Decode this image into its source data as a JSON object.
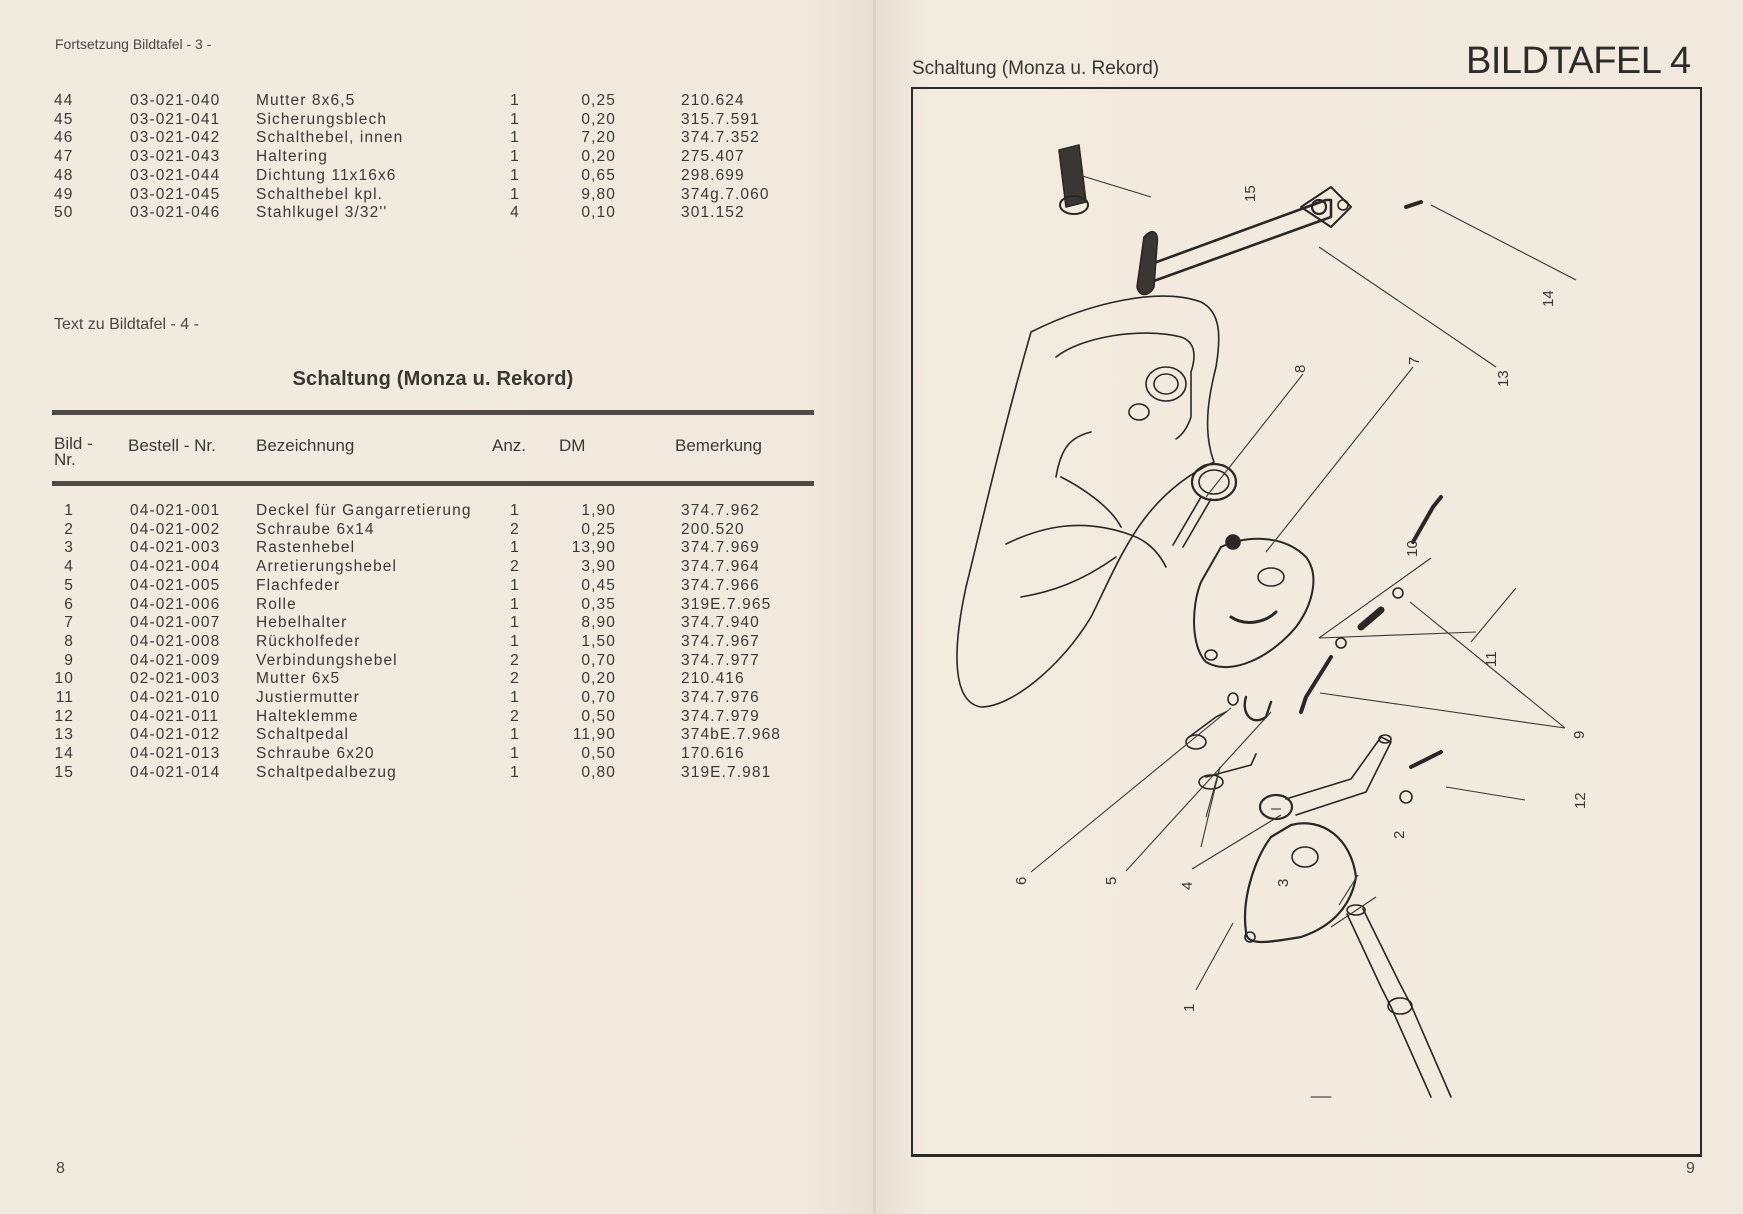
{
  "left_page": {
    "continuation_heading": "Fortsetzung Bildtafel - 3 -",
    "continuation_rows": [
      {
        "nr": "44",
        "bestell": "03-021-040",
        "bezeichnung": "Mutter 8x6,5",
        "anz": "1",
        "dm": "0,25",
        "bemerkung": "210.624"
      },
      {
        "nr": "45",
        "bestell": "03-021-041",
        "bezeichnung": "Sicherungsblech",
        "anz": "1",
        "dm": "0,20",
        "bemerkung": "315.7.591"
      },
      {
        "nr": "46",
        "bestell": "03-021-042",
        "bezeichnung": "Schalthebel, innen",
        "anz": "1",
        "dm": "7,20",
        "bemerkung": "374.7.352"
      },
      {
        "nr": "47",
        "bestell": "03-021-043",
        "bezeichnung": "Haltering",
        "anz": "1",
        "dm": "0,20",
        "bemerkung": "275.407"
      },
      {
        "nr": "48",
        "bestell": "03-021-044",
        "bezeichnung": "Dichtung 11x16x6",
        "anz": "1",
        "dm": "0,65",
        "bemerkung": "298.699"
      },
      {
        "nr": "49",
        "bestell": "03-021-045",
        "bezeichnung": "Schalthebel kpl.",
        "anz": "1",
        "dm": "9,80",
        "bemerkung": "374g.7.060"
      },
      {
        "nr": "50",
        "bestell": "03-021-046",
        "bezeichnung": "Stahlkugel 3/32''",
        "anz": "4",
        "dm": "0,10",
        "bemerkung": "301.152"
      }
    ],
    "section_label": "Text zu Bildtafel - 4 -",
    "table_title": "Schaltung (Monza u. Rekord)",
    "headers": {
      "bild_line1": "Bild -",
      "bild_line2": "Nr.",
      "bestell": "Bestell - Nr.",
      "bezeichnung": "Bezeichnung",
      "anz": "Anz.",
      "dm": "DM",
      "bemerkung": "Bemerkung"
    },
    "rows": [
      {
        "nr": "1",
        "bestell": "04-021-001",
        "bezeichnung": "Deckel für Gangarretierung",
        "anz": "1",
        "dm": "1,90",
        "bemerkung": "374.7.962"
      },
      {
        "nr": "2",
        "bestell": "04-021-002",
        "bezeichnung": "Schraube 6x14",
        "anz": "2",
        "dm": "0,25",
        "bemerkung": "200.520"
      },
      {
        "nr": "3",
        "bestell": "04-021-003",
        "bezeichnung": "Rastenhebel",
        "anz": "1",
        "dm": "13,90",
        "bemerkung": "374.7.969"
      },
      {
        "nr": "4",
        "bestell": "04-021-004",
        "bezeichnung": "Arretierungshebel",
        "anz": "2",
        "dm": "3,90",
        "bemerkung": "374.7.964"
      },
      {
        "nr": "5",
        "bestell": "04-021-005",
        "bezeichnung": "Flachfeder",
        "anz": "1",
        "dm": "0,45",
        "bemerkung": "374.7.966"
      },
      {
        "nr": "6",
        "bestell": "04-021-006",
        "bezeichnung": "Rolle",
        "anz": "1",
        "dm": "0,35",
        "bemerkung": "319E.7.965"
      },
      {
        "nr": "7",
        "bestell": "04-021-007",
        "bezeichnung": "Hebelhalter",
        "anz": "1",
        "dm": "8,90",
        "bemerkung": "374.7.940"
      },
      {
        "nr": "8",
        "bestell": "04-021-008",
        "bezeichnung": "Rückholfeder",
        "anz": "1",
        "dm": "1,50",
        "bemerkung": "374.7.967"
      },
      {
        "nr": "9",
        "bestell": "04-021-009",
        "bezeichnung": "Verbindungshebel",
        "anz": "2",
        "dm": "0,70",
        "bemerkung": "374.7.977"
      },
      {
        "nr": "10",
        "bestell": "02-021-003",
        "bezeichnung": "Mutter 6x5",
        "anz": "2",
        "dm": "0,20",
        "bemerkung": "210.416"
      },
      {
        "nr": "11",
        "bestell": "04-021-010",
        "bezeichnung": "Justiermutter",
        "anz": "1",
        "dm": "0,70",
        "bemerkung": "374.7.976"
      },
      {
        "nr": "12",
        "bestell": "04-021-011",
        "bezeichnung": "Halteklemme",
        "anz": "2",
        "dm": "0,50",
        "bemerkung": "374.7.979"
      },
      {
        "nr": "13",
        "bestell": "04-021-012",
        "bezeichnung": "Schaltpedal",
        "anz": "1",
        "dm": "11,90",
        "bemerkung": "374bE.7.968"
      },
      {
        "nr": "14",
        "bestell": "04-021-013",
        "bezeichnung": "Schraube 6x20",
        "anz": "1",
        "dm": "0,50",
        "bemerkung": "170.616"
      },
      {
        "nr": "15",
        "bestell": "04-021-014",
        "bezeichnung": "Schaltpedalbezug",
        "anz": "1",
        "dm": "0,80",
        "bemerkung": "319E.7.981"
      }
    ],
    "page_number": "8"
  },
  "right_page": {
    "title": "Schaltung (Monza u. Rekord)",
    "plate_title": "BILDTAFEL 4",
    "callouts": [
      "1",
      "2",
      "3",
      "4",
      "5",
      "6",
      "7",
      "8",
      "9",
      "10",
      "11",
      "12",
      "13",
      "14",
      "15"
    ],
    "page_number": "9"
  }
}
